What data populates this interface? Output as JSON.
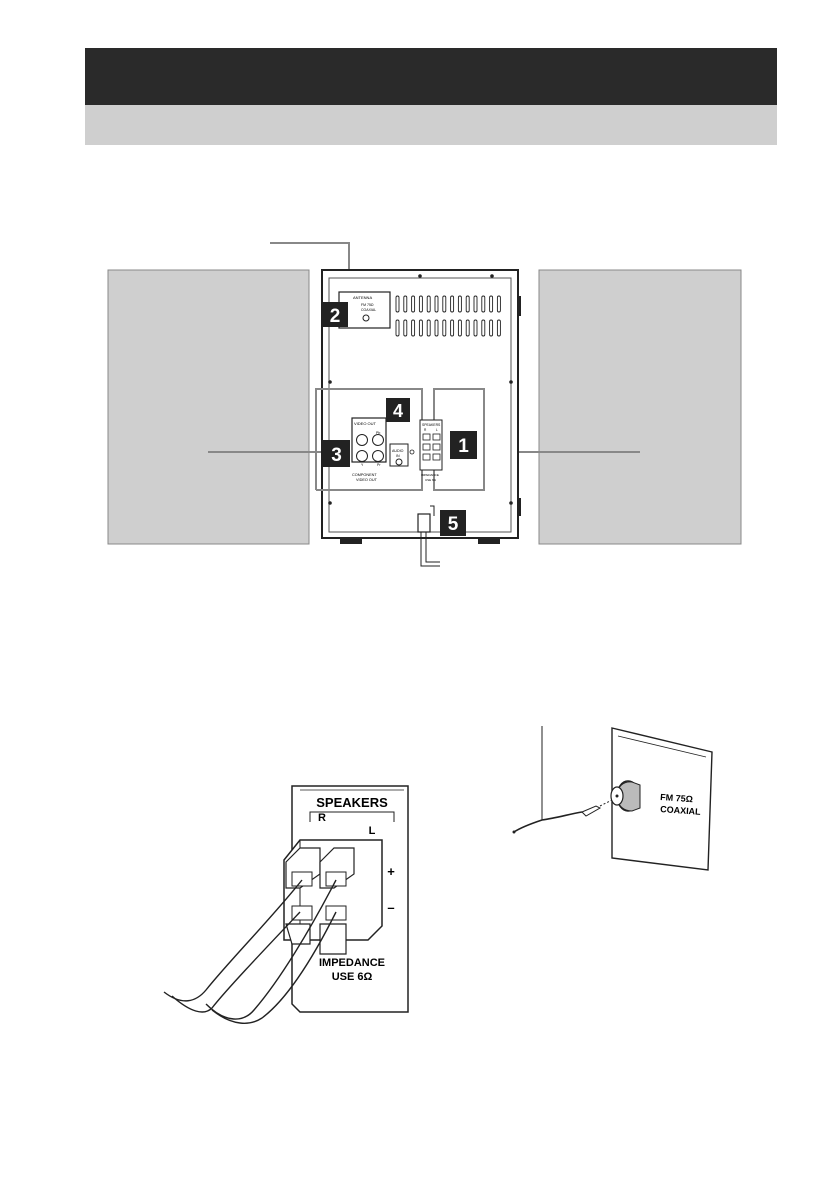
{
  "diagram_rear": {
    "callouts": [
      "1",
      "2",
      "3",
      "4",
      "5"
    ],
    "panel_text": {
      "antenna": "ANTENNA",
      "fm75_line1": "FM 75Ω",
      "fm75_line2": "COAXIAL",
      "video_out": "VIDEO OUT",
      "pb": "Pb",
      "y": "Y",
      "pr": "Pr",
      "component_video_out_line1": "COMPONENT",
      "component_video_out_line2": "VIDEO OUT",
      "audio_in_line1": "AUDIO",
      "audio_in_line2": "IN",
      "speakers": "SPEAKERS",
      "r": "R",
      "l": "L",
      "impedance_line1": "IMPEDANCE",
      "impedance_line2": "USE 6Ω"
    }
  },
  "speaker_detail": {
    "title": "SPEAKERS",
    "r": "R",
    "l": "L",
    "plus": "+",
    "minus": "–",
    "impedance_line1": "IMPEDANCE",
    "impedance_line2": "USE 6Ω"
  },
  "antenna_detail": {
    "line1": "FM 75Ω",
    "line2": "COAXIAL"
  }
}
